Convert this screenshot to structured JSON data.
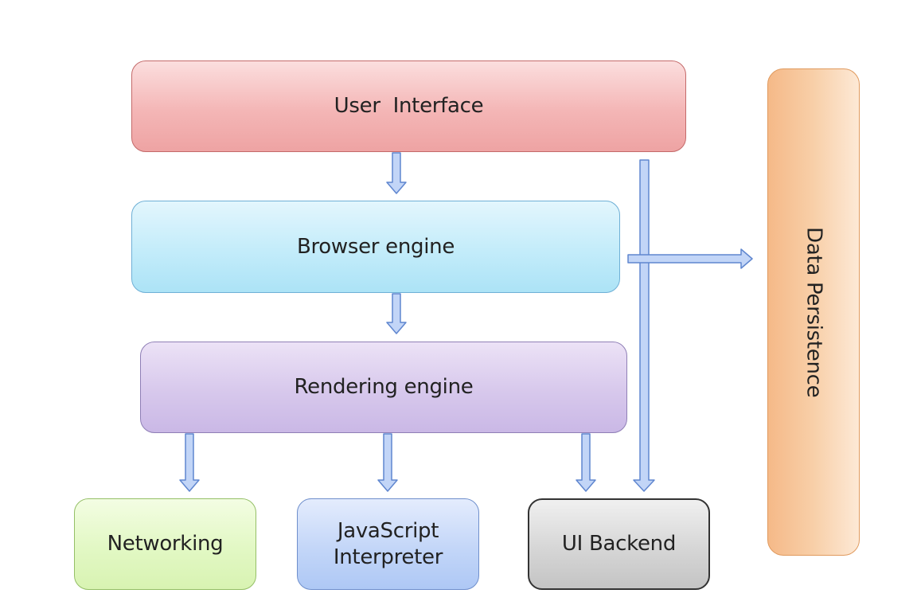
{
  "diagram": {
    "nodes": {
      "user_interface": "User  Interface",
      "browser_engine": "Browser engine",
      "rendering_engine": "Rendering engine",
      "networking": "Networking",
      "javascript_interpreter_line1": "JavaScript",
      "javascript_interpreter_line2": "Interpreter",
      "ui_backend": "UI Backend",
      "data_persistence": "Data Persistence"
    },
    "edges": [
      {
        "from": "User Interface",
        "to": "Browser engine"
      },
      {
        "from": "Browser engine",
        "to": "Rendering engine"
      },
      {
        "from": "Rendering engine",
        "to": "Networking"
      },
      {
        "from": "Rendering engine",
        "to": "JavaScript Interpreter"
      },
      {
        "from": "Rendering engine",
        "to": "UI Backend"
      },
      {
        "from": "User Interface",
        "to": "UI Backend"
      },
      {
        "from": "Browser engine",
        "to": "Data Persistence"
      }
    ],
    "colors": {
      "arrow_fill": "#c2d5f7",
      "arrow_stroke": "#5f86cf",
      "user_interface": "#f4b6b6",
      "browser_engine": "#c3ecfa",
      "rendering_engine": "#d7c8ec",
      "networking": "#e2f8c4",
      "javascript_interpreter": "#c3d6f8",
      "ui_backend": "#d6d6d6",
      "data_persistence": "#f8cfa8"
    }
  }
}
